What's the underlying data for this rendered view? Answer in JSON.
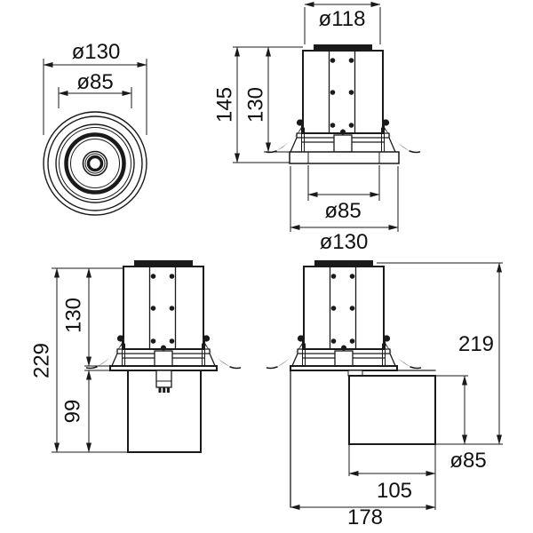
{
  "drawing": {
    "type": "technical-dimension-drawing",
    "line_color": "#1a1a1a",
    "background": "#ffffff",
    "views": {
      "front": {
        "dims": {
          "trim_outer": "ø130",
          "aperture": "ø85"
        }
      },
      "section": {
        "dims": {
          "housing": "ø118",
          "overall_height": "145",
          "recess_height": "130",
          "aperture": "ø85",
          "trim_outer": "ø130"
        }
      },
      "side_inline": {
        "dims": {
          "overall_height": "229",
          "recess_height": "130",
          "box_height": "99"
        }
      },
      "side_offset": {
        "dims": {
          "overall_height": "219",
          "box_diameter": "ø85",
          "box_length": "105",
          "overall_length": "178"
        }
      }
    }
  }
}
